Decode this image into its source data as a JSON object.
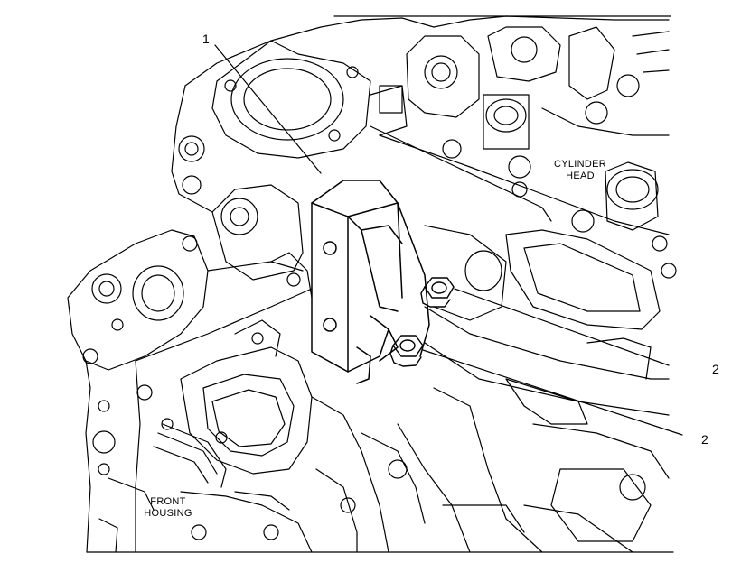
{
  "callouts": {
    "bracket": "1",
    "bolt_upper": "2",
    "bolt_lower": "2"
  },
  "labels": {
    "cylinder_head": {
      "line1": "CYLINDER",
      "line2": "HEAD"
    },
    "front_housing": {
      "line1": "FRONT",
      "line2": "HOUSING"
    }
  },
  "colors": {
    "line": "#000000",
    "background": "#ffffff"
  }
}
